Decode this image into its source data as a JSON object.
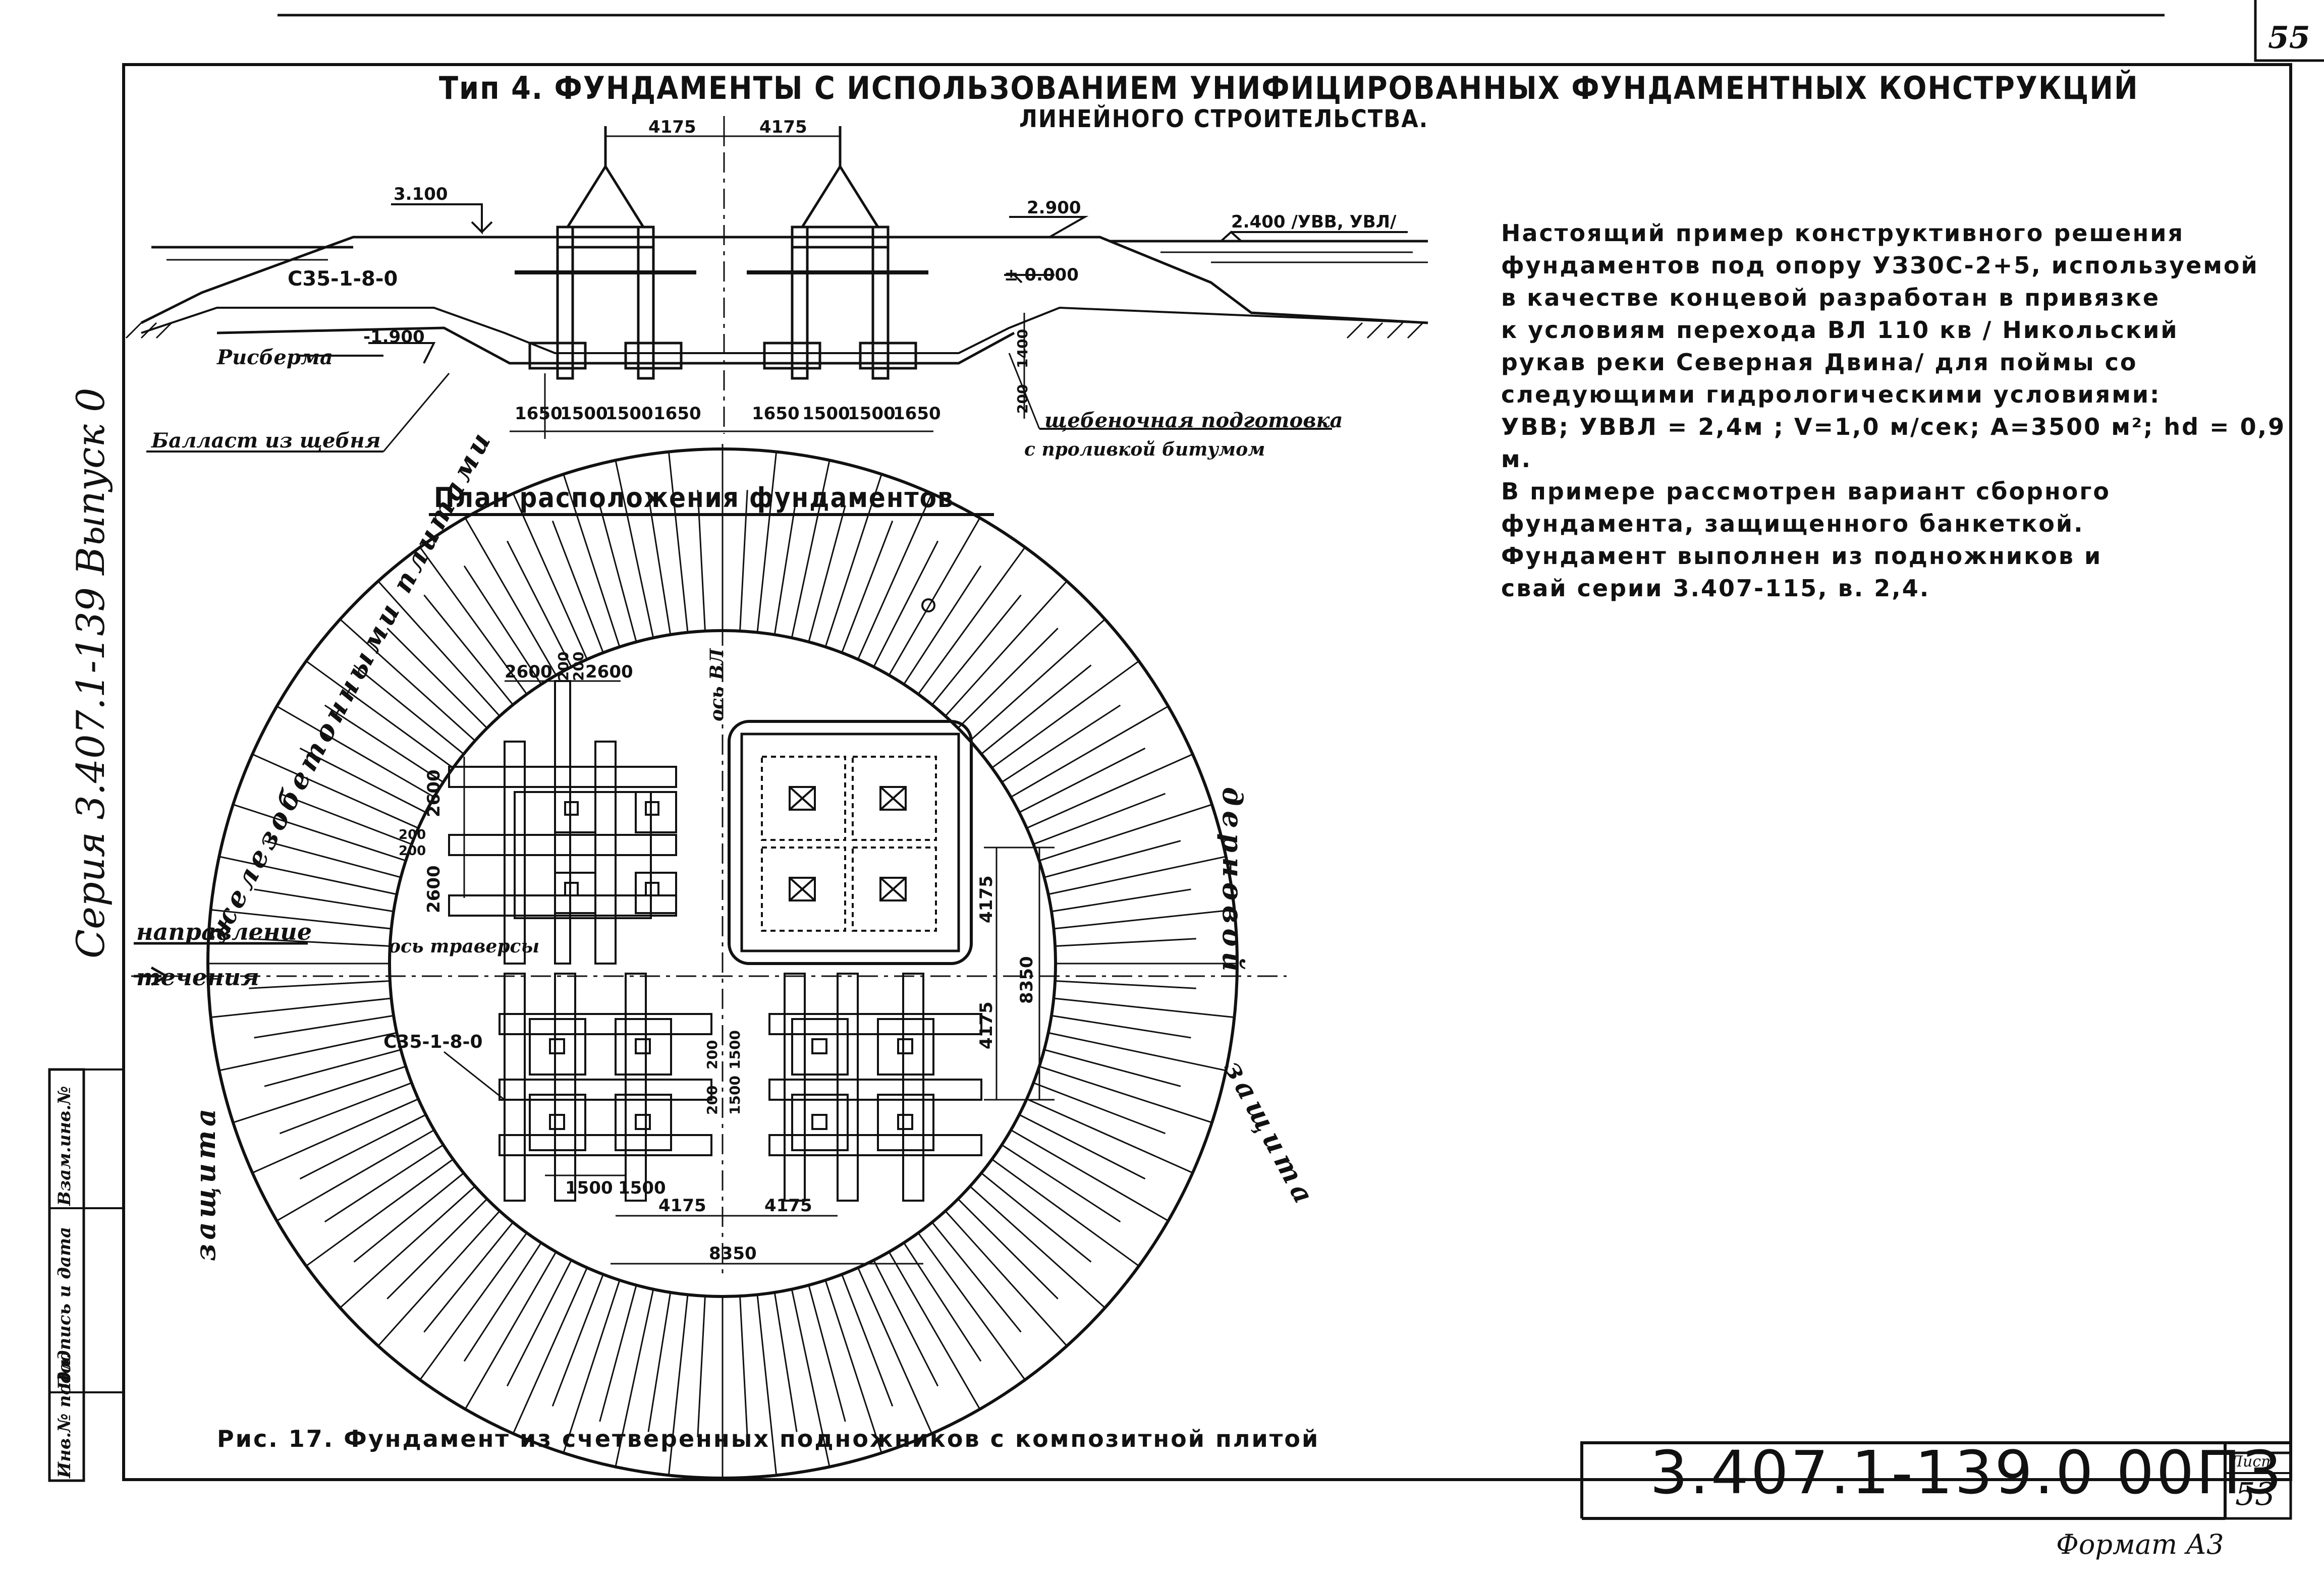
{
  "sheet_corner_number": "55",
  "title": {
    "line1": "Тип 4.   ФУНДАМЕНТЫ С ИСПОЛЬЗОВАНИЕМ УНИФИЦИРОВАННЫХ ФУНДАМЕНТНЫХ КОНСТРУКЦИЙ",
    "line2": "ЛИНЕЙНОГО  СТРОИТЕЛЬСТВА."
  },
  "section_view": {
    "dim_left": "4175",
    "dim_right": "4175",
    "elev_left": "3.100",
    "elev_mid": "2.900",
    "elev_water": "2.400 /УВВ, УВЛ/",
    "elev_zero": "± 0.000",
    "elev_bottom": "-1.900",
    "pile_mark": "С35-1-8-0",
    "risberm": "Рисберма",
    "ballast": "Балласт из щебня",
    "gravel_line1": "щебеночная подготовка",
    "gravel_line2": "с проливкой битумом",
    "dims_left": [
      "1650",
      "1500",
      "1500",
      "1650"
    ],
    "dims_right": [
      "1650",
      "1500",
      "1500",
      "1650"
    ],
    "dim_1400": "1400",
    "dim_200": "200"
  },
  "note": {
    "lines": [
      "Настоящий пример конструктивного решения",
      "фундаментов под опору УЗЗ0С-2+5, используемой",
      "в качестве концевой разработан в привязке",
      "к условиям перехода ВЛ 110 кв        / Никольский",
      "рукав реки  Северная Двина/  для  поймы со",
      "следующими  гидрологическими  условиями:",
      "УВВ; УВВЛ = 2,4м ;  V=1,0 м/сек;  A=3500 м²; hd = 0,9 м.",
      "В примере  рассмотрен  вариант  сборного",
      "фундамента, защищенного  банкеткой.",
      "Фундамент  выполнен  из  подножников  и",
      "свай  серии  3.407-115, в. 2,4."
    ]
  },
  "plan": {
    "title": "План расположения фундаментов",
    "ring_left": "железобетонными плитами",
    "ring_left_bottom": "защита",
    "ring_right_top": "дерновой",
    "ring_right_bottom": "защита",
    "flow_line1": "направление",
    "flow_line2": "течения",
    "axis_traverse": "ось траверсы",
    "axis_vl": "ось ВЛ",
    "pile_mark": "С35-1-8-0",
    "dims_top": [
      "2600",
      "200",
      "200",
      "2600"
    ],
    "dims_left": [
      "2600",
      "200",
      "200",
      "2600"
    ],
    "dim_4175_v": "4175",
    "dim_8350_v": "8350",
    "dim_4175_v2": "4175",
    "dims_center": [
      "200",
      "200",
      "1500",
      "1500"
    ],
    "dims_bottom_small": [
      "1500",
      "1500"
    ],
    "dim_bottom_4175_left": "4175",
    "dim_bottom_4175_right": "4175",
    "dim_bottom_8350": "8350"
  },
  "caption": "Рис. 17.  Фундамент из счетверенных подножников с композитной плитой",
  "series_vertical": "Серия 3.407.1-139 Выпуск 0",
  "stamp": {
    "col1": "Инв.№ подл.",
    "col2": "Подпись и дата",
    "col3": "Взам.инв.№"
  },
  "doc_code": "3.407.1-139.0  00ПЗ",
  "sheet_label": "Лист",
  "sheet_number": "53",
  "format": "Формат А3"
}
